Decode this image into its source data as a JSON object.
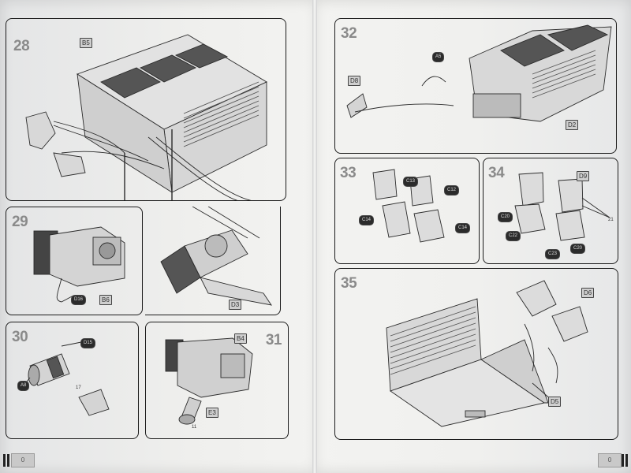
{
  "steps": {
    "s28": {
      "number": "28",
      "callouts": [
        "B5"
      ]
    },
    "s29": {
      "number": "29",
      "callouts": [
        "D16",
        "B6"
      ]
    },
    "s30": {
      "number": "30",
      "callouts": [
        "D15",
        "A8"
      ],
      "labels": [
        "17"
      ]
    },
    "s31": {
      "number": "31",
      "callouts": [
        "B4",
        "E3"
      ],
      "labels": [
        "11"
      ]
    },
    "s32": {
      "number": "32",
      "callouts": [
        "A5",
        "D8",
        "D2"
      ]
    },
    "s33": {
      "number": "33",
      "callouts": [
        "C13",
        "C12",
        "C14",
        "C14"
      ]
    },
    "s34": {
      "number": "34",
      "callouts": [
        "D9",
        "C20",
        "C22",
        "C23",
        "C20"
      ],
      "labels": [
        "21"
      ]
    },
    "s35": {
      "number": "35",
      "callouts": [
        "D6",
        "D5"
      ]
    },
    "s28b": {
      "callouts": [
        "D3"
      ]
    }
  },
  "footer": {
    "left_page": "0",
    "right_page": "0"
  }
}
